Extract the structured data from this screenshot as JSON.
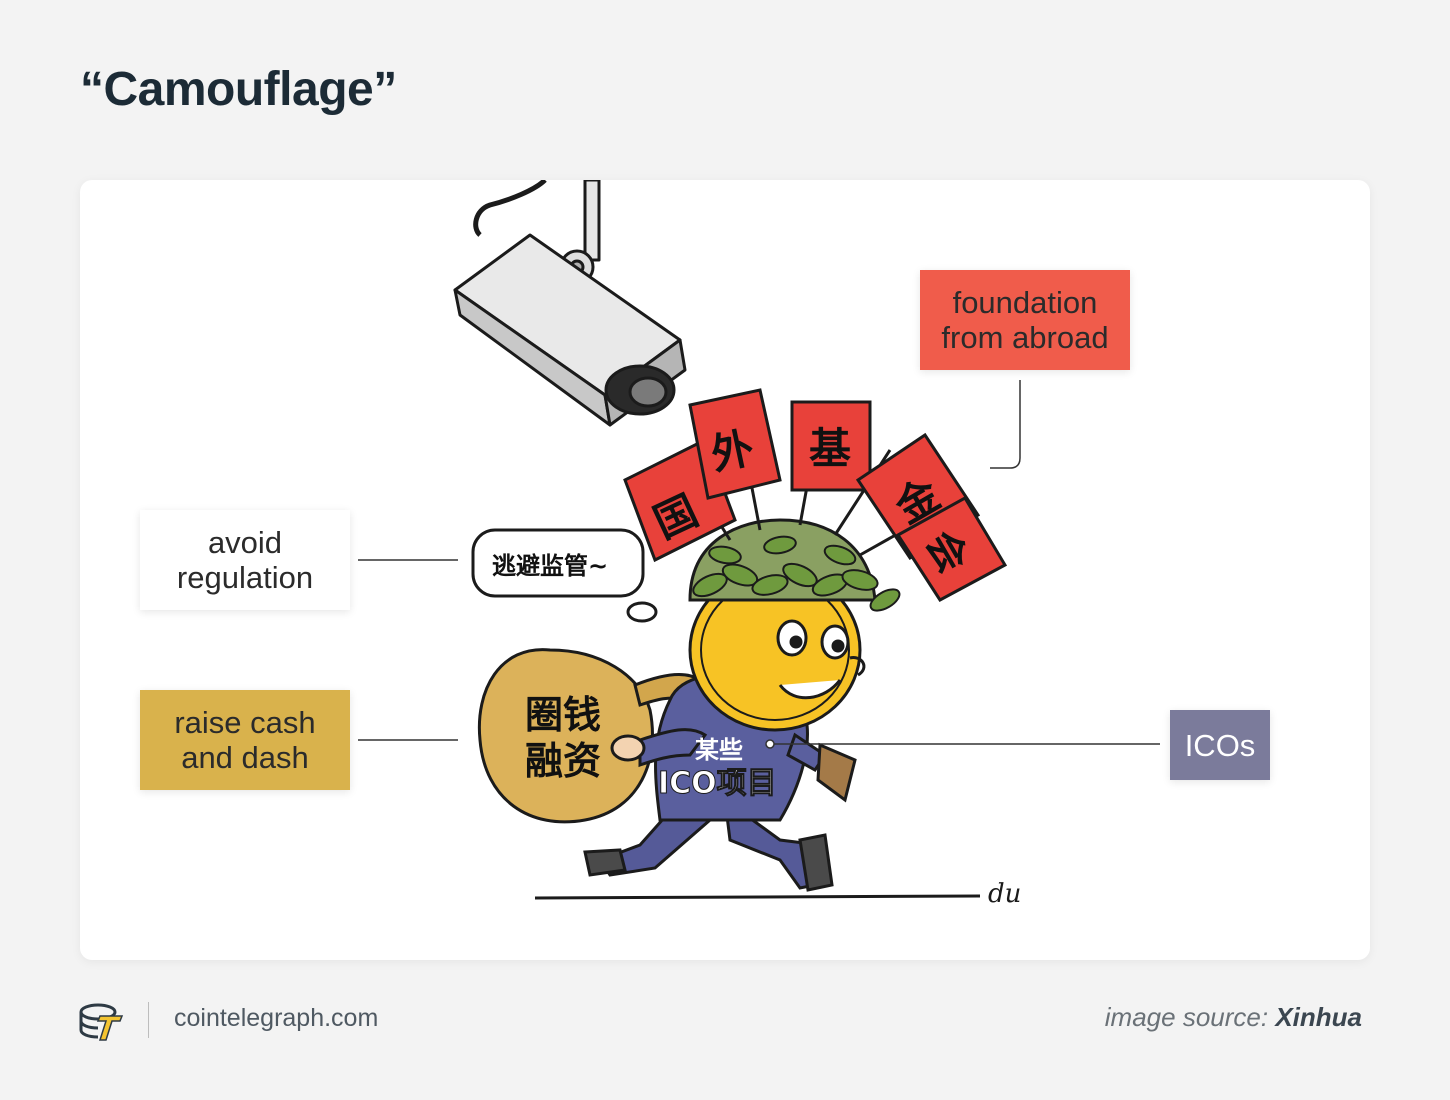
{
  "title": "“Camouflage”",
  "labels": {
    "foundation": "foundation\nfrom abroad",
    "avoid": "avoid\nregulation",
    "raise": "raise cash\nand dash",
    "icos": "ICOs"
  },
  "cartoon": {
    "flags": [
      "国",
      "外",
      "基",
      "金",
      "会"
    ],
    "speech": "逃避监管~",
    "bag_line1": "圈钱",
    "bag_line2": "融资",
    "body_line1": "某些",
    "body_line2": "ICO项目",
    "signature": "du"
  },
  "footer": {
    "site": "cointelegraph.com",
    "source_label": "image source:",
    "source_name": "Xinhua"
  },
  "colors": {
    "foundation": "#f05c4b",
    "raise": "#d9b24c",
    "icos": "#7b7b9b",
    "flag": "#e8413a",
    "coin": "#f7c325",
    "suit": "#5a5f9e",
    "bag": "#dcb25a",
    "helmet": "#8aa062"
  }
}
